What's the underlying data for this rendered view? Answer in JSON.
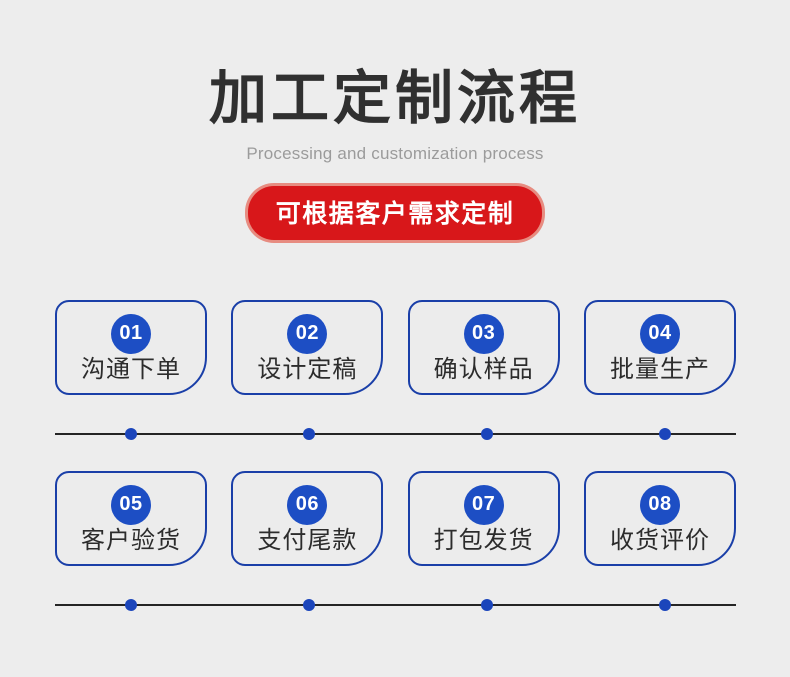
{
  "header": {
    "title": "加工定制流程",
    "subtitle": "Processing and customization process",
    "badge": "可根据客户需求定制"
  },
  "theme": {
    "background": "#ededed",
    "title_color": "#303030",
    "subtitle_color": "#9b9b9b",
    "badge_red": "#d8171a",
    "badge_glow": "#e23c28",
    "card_border_blue": "#1a3fa8",
    "number_badge_blue": "#1d4ec4",
    "dot_blue": "#1b45bb",
    "line_dark": "#252525",
    "card_label_color": "#2c2c2c"
  },
  "steps": {
    "row1": [
      {
        "number": "01",
        "label": "沟通下单"
      },
      {
        "number": "02",
        "label": "设计定稿"
      },
      {
        "number": "03",
        "label": "确认样品"
      },
      {
        "number": "04",
        "label": "批量生产"
      }
    ],
    "row2": [
      {
        "number": "05",
        "label": "客户验货"
      },
      {
        "number": "06",
        "label": "支付尾款"
      },
      {
        "number": "07",
        "label": "打包发货"
      },
      {
        "number": "08",
        "label": "收货评价"
      }
    ]
  }
}
